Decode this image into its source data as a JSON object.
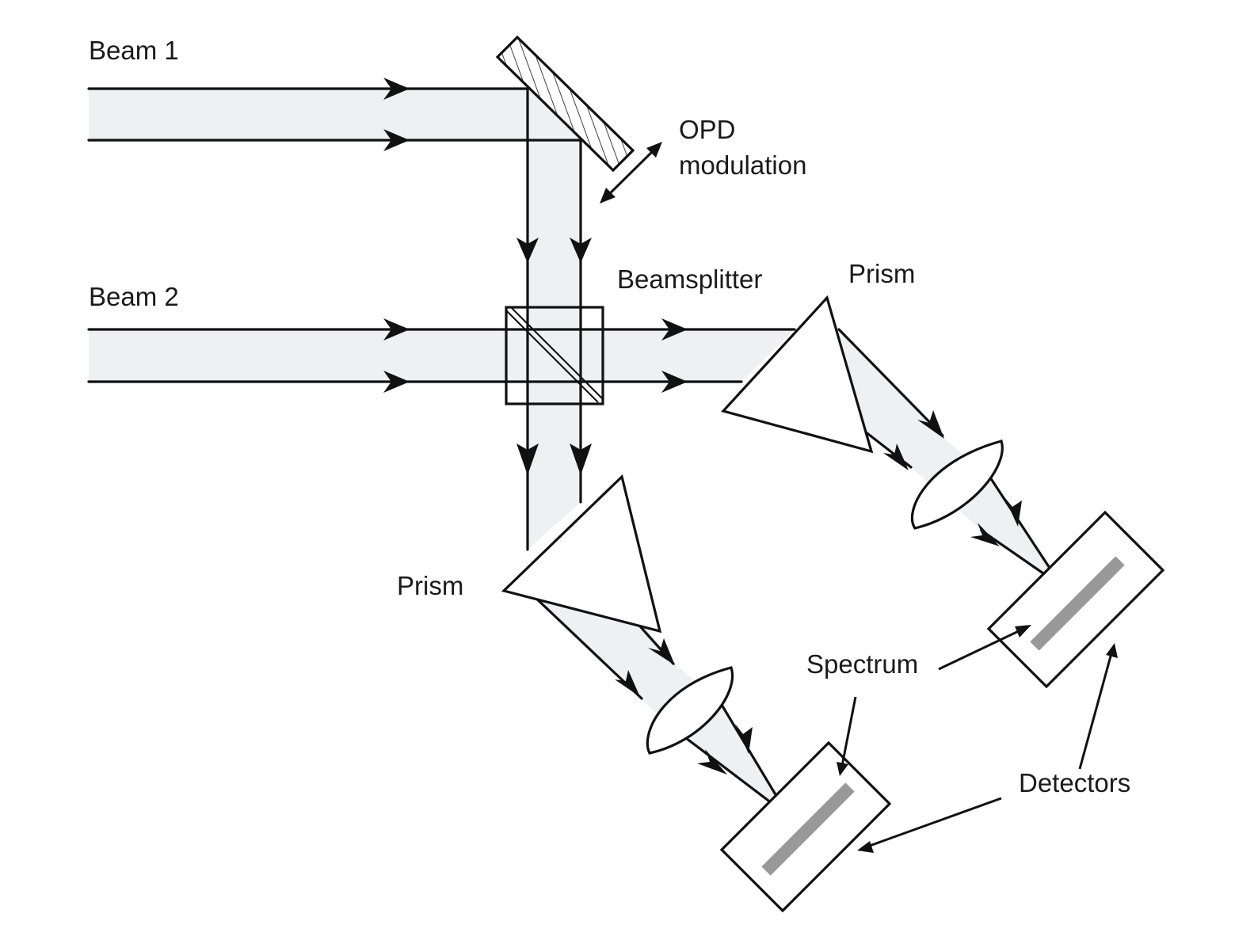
{
  "labels": {
    "beam1": "Beam 1",
    "beam2": "Beam 2",
    "opd_line1": "OPD",
    "opd_line2": "modulation",
    "beamsplitter": "Beamsplitter",
    "prism_right": "Prism",
    "prism_left": "Prism",
    "spectrum": "Spectrum",
    "detectors": "Detectors"
  },
  "colors": {
    "beam_fill": "#eef0f1",
    "line": "#111111",
    "spectrum_bar": "#999999",
    "background": "#ffffff"
  }
}
